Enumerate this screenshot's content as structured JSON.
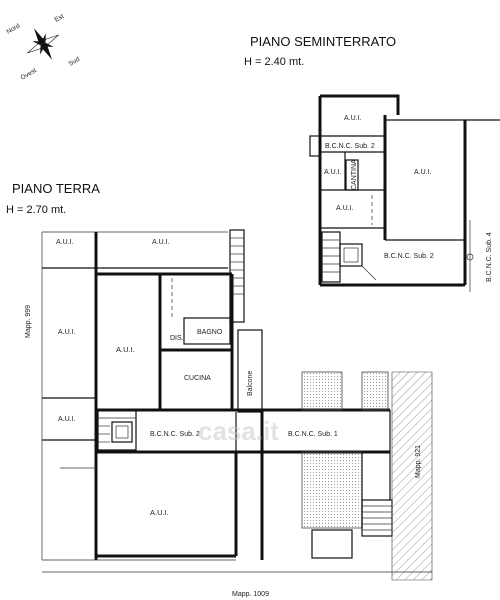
{
  "compass": {
    "north": "Nord",
    "east": "Est",
    "south": "Sud",
    "west": "Ovest"
  },
  "basement": {
    "title": "PIANO SEMINTERRATO",
    "height": "H = 2.40 mt.",
    "rooms": {
      "aui_top": "A.U.I.",
      "bcnc_sub2": "B.C.N.C. Sub. 2",
      "aui_left_small": "A.U.I.",
      "cantina": "CANTINA",
      "aui_right": "A.U.I.",
      "aui_mid": "A.U.I.",
      "bcnc_sub2_lower": "B.C.N.C. Sub. 2",
      "bcnc_sub4": "B.C.N.C. Sub. 4"
    }
  },
  "ground": {
    "title": "PIANO TERRA",
    "height": "H = 2.70 mt.",
    "rooms": {
      "aui_top_left": "A.U.I.",
      "aui_top_mid": "A.U.I.",
      "aui_left_mid": "A.U.I.",
      "aui_center": "A.U.I.",
      "dis": "DIS.",
      "bagno": "BAGNO",
      "cucina": "CUCINA",
      "balcone": "Balcone",
      "aui_left_low": "A.U.I.",
      "bcnc_sub2": "B.C.N.C. Sub. 2",
      "bcnc_sub1": "B.C.N.C. Sub. 1",
      "aui_bottom": "A.U.I."
    },
    "mapp_left": "Mapp. 999",
    "mapp_right": "Mapp. 921",
    "mapp_bottom": "Mapp. 1009"
  },
  "watermark": "casa.it"
}
